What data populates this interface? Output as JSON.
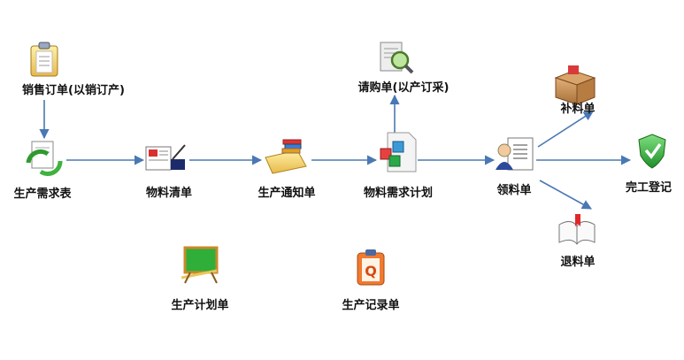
{
  "nodes": {
    "sales_order": {
      "label": "销售订单(以销订产)",
      "icon": "clipboard-icon"
    },
    "production_requirements": {
      "label": "生产需求表",
      "icon": "recycle-document-icon"
    },
    "material_list": {
      "label": "物料清单",
      "icon": "book-ink-icon"
    },
    "production_notice": {
      "label": "生产通知单",
      "icon": "folder-books-icon"
    },
    "material_requirements_plan": {
      "label": "物料需求计划",
      "icon": "cubes-document-icon"
    },
    "purchase_request": {
      "label": "请购单(以产订采)",
      "icon": "magnifier-document-icon"
    },
    "material_requisition": {
      "label": "领料单",
      "icon": "person-document-icon"
    },
    "material_supplement": {
      "label": "补料单",
      "icon": "box-icon"
    },
    "completion_register": {
      "label": "完工登记",
      "icon": "shield-check-icon"
    },
    "material_return": {
      "label": "退料单",
      "icon": "open-book-icon"
    },
    "production_plan": {
      "label": "生产计划单",
      "icon": "chalkboard-icon"
    },
    "production_record": {
      "label": "生产记录单",
      "icon": "q-clipboard-icon"
    }
  },
  "colors": {
    "arrow": "#4a78b4",
    "text": "#111111"
  }
}
